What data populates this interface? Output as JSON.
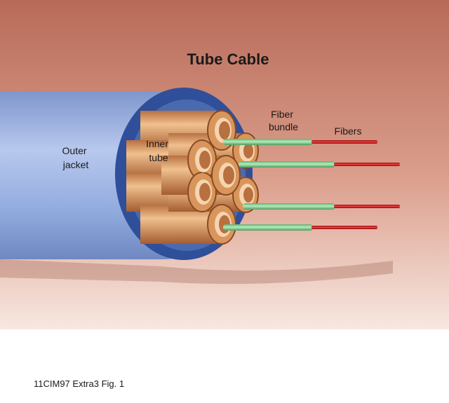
{
  "figure": {
    "title": "Tube Cable",
    "caption": "11CIM97 Extra3 Fig. 1",
    "labels": {
      "outer_jacket": [
        "Outer",
        "jacket"
      ],
      "inner_tube": [
        "Inner",
        "tube"
      ],
      "fiber_bundle": [
        "Fiber",
        "bundle"
      ],
      "fibers": "Fibers"
    }
  },
  "colors": {
    "background_top": "#b86a58",
    "background_bottom": "#f6e6df",
    "jacket": "#8ea8dc",
    "jacket_edge": "#2f4f9a",
    "tube": "#d9965c",
    "bundle": "#8fd39a",
    "fiber": "#e02020"
  }
}
